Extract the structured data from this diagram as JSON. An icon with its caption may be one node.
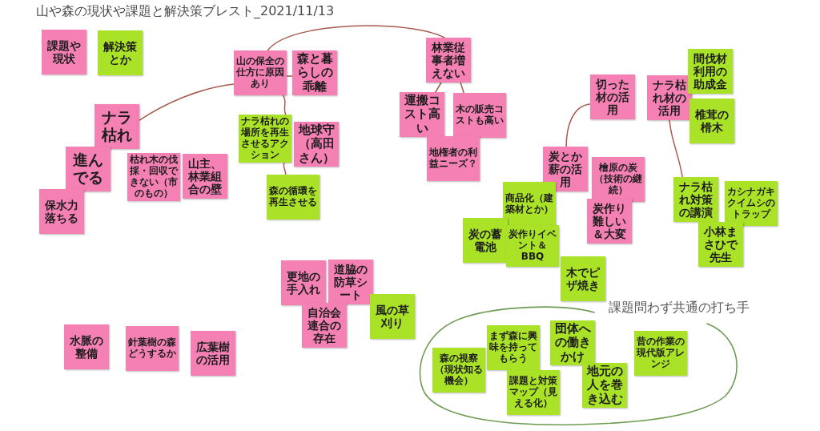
{
  "diagram": {
    "title": "山や森の現状や課題と解決策ブレスト_2021/11/13",
    "nodes": [
      {
        "text": [
          "ナラ枯れ"
        ]
      },
      {
        "text": [
          "進んでる"
        ]
      },
      {
        "text": [
          "保水力落ちる"
        ]
      },
      {
        "text": [
          "枯れ木の伐採・回収できない（市のもの）"
        ]
      },
      {
        "text": [
          "山主、林業組合の壁"
        ]
      },
      {
        "text": [
          "山の保全の仕方に原因あり"
        ]
      },
      {
        "text": [
          "森と暮らしの乖離"
        ]
      },
      {
        "text": [
          "ナラ枯れの場所を再生させるアクション"
        ]
      },
      {
        "text": [
          "地球守（高田さん）"
        ]
      },
      {
        "text": [
          "森の循環を再生させる"
        ]
      },
      {
        "text": [
          "林業従事者増えない"
        ]
      },
      {
        "text": [
          "運搬コスト高い"
        ]
      },
      {
        "text": [
          "木の販売コストも高い"
        ]
      },
      {
        "text": [
          "地権者の利益ニーズ？"
        ]
      },
      {
        "text": [
          "切った材の活用"
        ]
      },
      {
        "text": [
          "ナラ枯れ材の活用"
        ]
      },
      {
        "text": [
          "間伐材利用の助成金"
        ]
      },
      {
        "text": [
          "椎茸の榾木"
        ]
      },
      {
        "text": [
          "炭とか薪の活用"
        ]
      },
      {
        "text": [
          "檜原の炭（技術の継続）"
        ]
      },
      {
        "text": [
          "炭作り難しい＆大変"
        ]
      },
      {
        "text": [
          "商品化（建築材とか）"
        ]
      },
      {
        "text": [
          "炭の蓄電池"
        ]
      },
      {
        "text": [
          "炭作りイベント＆BBQ"
        ]
      },
      {
        "text": [
          "木でピザ焼き"
        ]
      },
      {
        "text": [
          "ナラ枯れ対策の講演"
        ]
      },
      {
        "text": [
          "カシナガキクイムシのトラップ"
        ]
      },
      {
        "text": [
          "小林まさひで先生"
        ]
      },
      {
        "text": [
          "更地の手入れ"
        ]
      },
      {
        "text": [
          "道脇の防草シート"
        ]
      },
      {
        "text": [
          "自治会連合の存在"
        ]
      },
      {
        "text": [
          "風の草刈り"
        ]
      },
      {
        "text": [
          "水脈の整備"
        ]
      },
      {
        "text": [
          "針葉樹の森どうするか"
        ]
      },
      {
        "text": [
          "広葉樹の活用"
        ]
      },
      {
        "text": [
          "課題問わず共通の打ち手"
        ]
      },
      {
        "text": [
          "森の視察（現状知る機会）"
        ],
        "in": 35
      },
      {
        "text": [
          "まず森に興味を持ってもらう"
        ],
        "in": 35
      },
      {
        "text": [
          "課題と対策マップ（見える化）"
        ],
        "in": 35
      },
      {
        "text": [
          "団体への働きかけ"
        ],
        "in": 35
      },
      {
        "text": [
          "地元の人を巻き込む"
        ],
        "in": 35
      },
      {
        "text": [
          "昔の作業の現代版アレンジ"
        ],
        "in": 35
      }
    ],
    "edges": [
      {
        "from": 0,
        "to": 5,
        "arrow": "none"
      },
      {
        "from": 5,
        "to": 10,
        "arrow": "none"
      },
      {
        "from": 5,
        "to": 6,
        "arrow": "none"
      },
      {
        "from": 5,
        "to": 7,
        "arrow": "none"
      },
      {
        "from": 7,
        "to": 9,
        "arrow": "none"
      },
      {
        "from": 10,
        "to": 11,
        "arrow": "none"
      },
      {
        "from": 10,
        "to": 12,
        "arrow": "none"
      },
      {
        "from": 14,
        "to": 18,
        "arrow": "none"
      },
      {
        "from": 15,
        "to": 25,
        "arrow": "none"
      }
    ],
    "legend": [
      {
        "text": "課題や現状",
        "color": "#f480b4"
      },
      {
        "text": "解決策とか",
        "color": "#aae228"
      }
    ]
  }
}
